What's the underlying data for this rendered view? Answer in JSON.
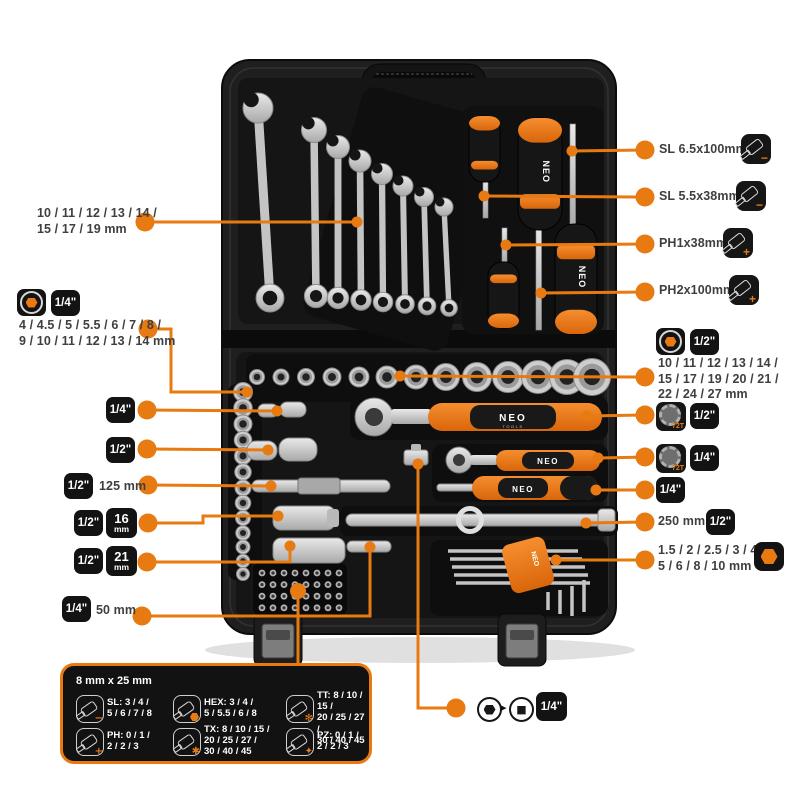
{
  "brand": {
    "name": "NEO",
    "sub": "TOOLS"
  },
  "colors": {
    "accent": "#E87A12",
    "case": "#1e1e1e",
    "badge_bg": "#131313",
    "label_text": "#3f3f3f"
  },
  "labels": {
    "wrench_sizes": "10 / 11 / 12 / 13 / 14 /\n15 / 17 / 19 mm",
    "quarter_socket_sizes": "4 / 4.5 / 5 / 5.5 / 6 / 7 / 8 /\n9 / 10 / 11 / 12 / 13 / 14 mm",
    "ext_125": "125 mm",
    "ext_50": "50 mm",
    "sl_65": "SL 6.5x100mm",
    "sl_55": "SL 5.5x38mm",
    "ph1": "PH1x38mm",
    "ph2": "PH2x100mm",
    "half_socket_sizes": "10 / 11 / 12 / 13 / 14 /\n15 / 17 / 19 / 20 / 21 /\n22 / 24 / 27 mm",
    "bar_250": "250 mm",
    "hex_key_sizes": "1.5 / 2 / 2.5 / 3 / 4 /\n5 / 6 / 8 / 10 mm"
  },
  "badges": {
    "quarter": "1/4\"",
    "half": "1/2\"",
    "size_16_top": "16",
    "size_16_bottom": "mm",
    "size_21_top": "21",
    "size_21_bottom": "mm",
    "gear_teeth": "72T"
  },
  "icons": {
    "minus_glyph": "−",
    "plus_glyph": "+",
    "square_glyph": "■",
    "arrow_glyph": "▸"
  },
  "spec_box": {
    "title": "8 mm x 25 mm",
    "items": [
      {
        "name": "slotted-bits",
        "label": "SL: 3 / 4 /\n5 / 6 / 7 / 8",
        "symbol_glyph": "−"
      },
      {
        "name": "hex-bits",
        "label": "HEX: 3 / 4 /\n5 / 5.5 / 6 / 8",
        "symbol_glyph": ""
      },
      {
        "name": "tamper-torx-bits",
        "label": "TT: 8 / 10 / 15 /\n20 / 25 / 27 /\n30 / 40 / 45",
        "symbol_glyph": "✻"
      },
      {
        "name": "phillips-bits",
        "label": "PH: 0 / 1 /\n2 / 2 / 3",
        "symbol_glyph": "+"
      },
      {
        "name": "torx-bits",
        "label": "TX: 8 / 10 / 15 /\n20 / 25 / 27 /\n30 / 40 / 45",
        "symbol_glyph": "✱"
      },
      {
        "name": "pozidriv-bits",
        "label": "PZ: 0 / 1 /\n2 / 2 / 3",
        "symbol_glyph": "✦"
      }
    ]
  }
}
